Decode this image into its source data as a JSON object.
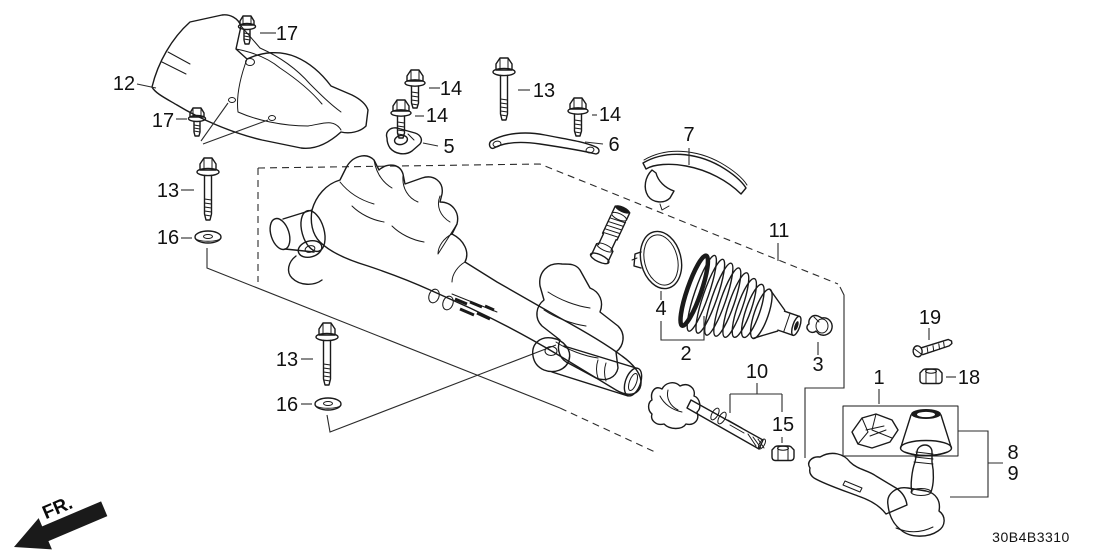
{
  "footer": {
    "diagram_code": "30B4B3310",
    "front_marker": "FR."
  },
  "callouts": {
    "c1": "1",
    "c2": "2",
    "c3": "3",
    "c4": "4",
    "c5": "5",
    "c6": "6",
    "c7": "7",
    "c8": "8",
    "c9": "9",
    "c10": "10",
    "c11": "11",
    "c12": "12",
    "c13": "13",
    "c14": "14",
    "c15": "15",
    "c16": "16",
    "c17": "17",
    "c18": "18",
    "c19": "19"
  }
}
